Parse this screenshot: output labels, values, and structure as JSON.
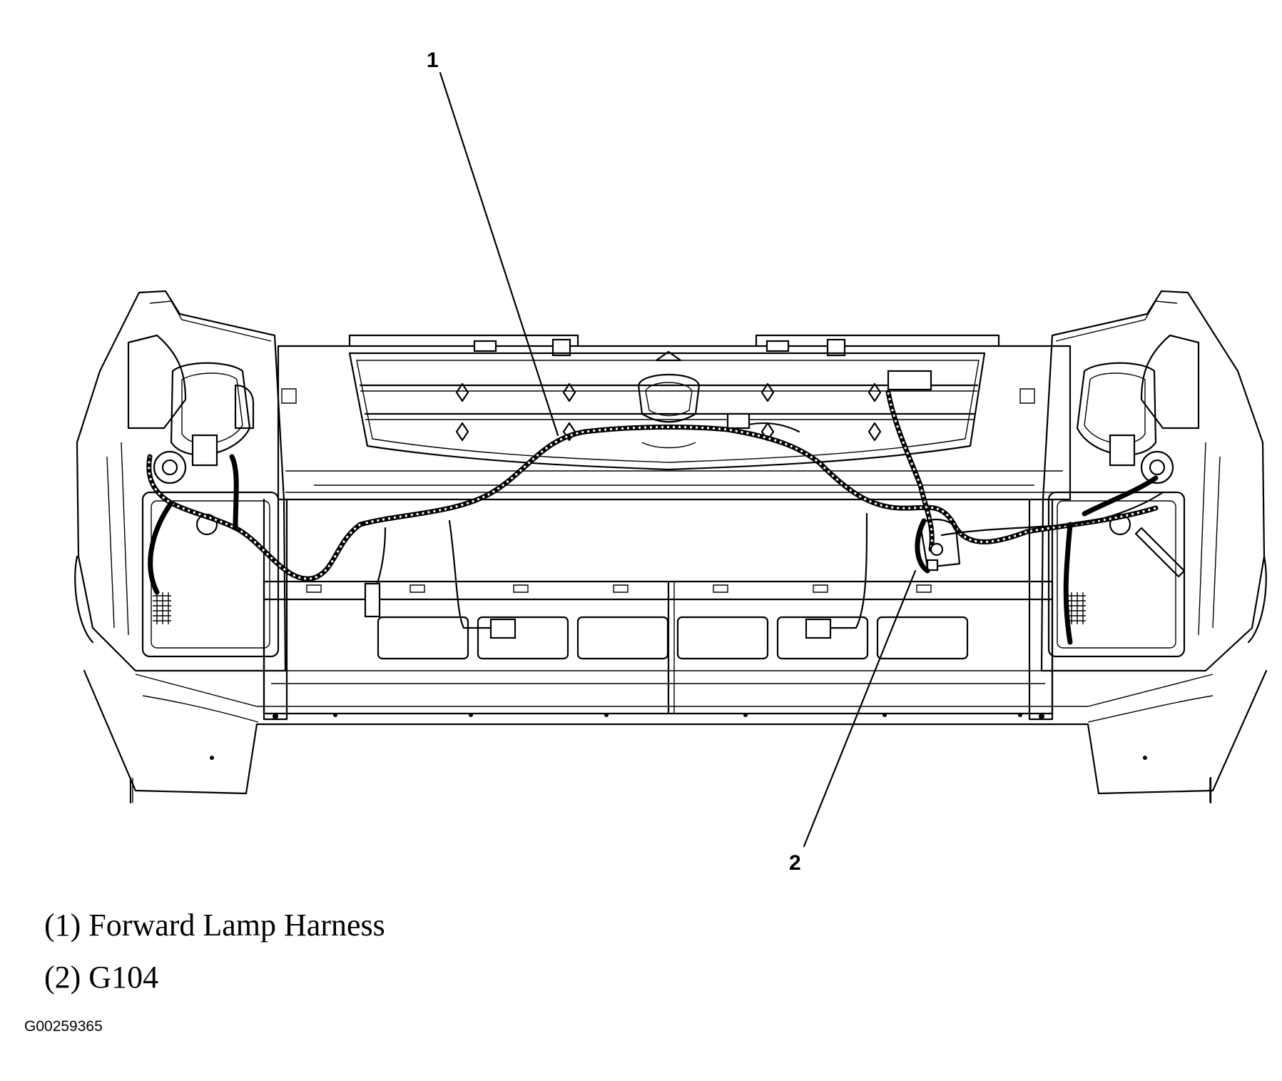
{
  "callouts": [
    {
      "number": "1"
    },
    {
      "number": "2"
    }
  ],
  "legend": [
    {
      "text": "(1) Forward Lamp Harness"
    },
    {
      "text": "(2) G104"
    }
  ],
  "figure_id": "G00259365"
}
